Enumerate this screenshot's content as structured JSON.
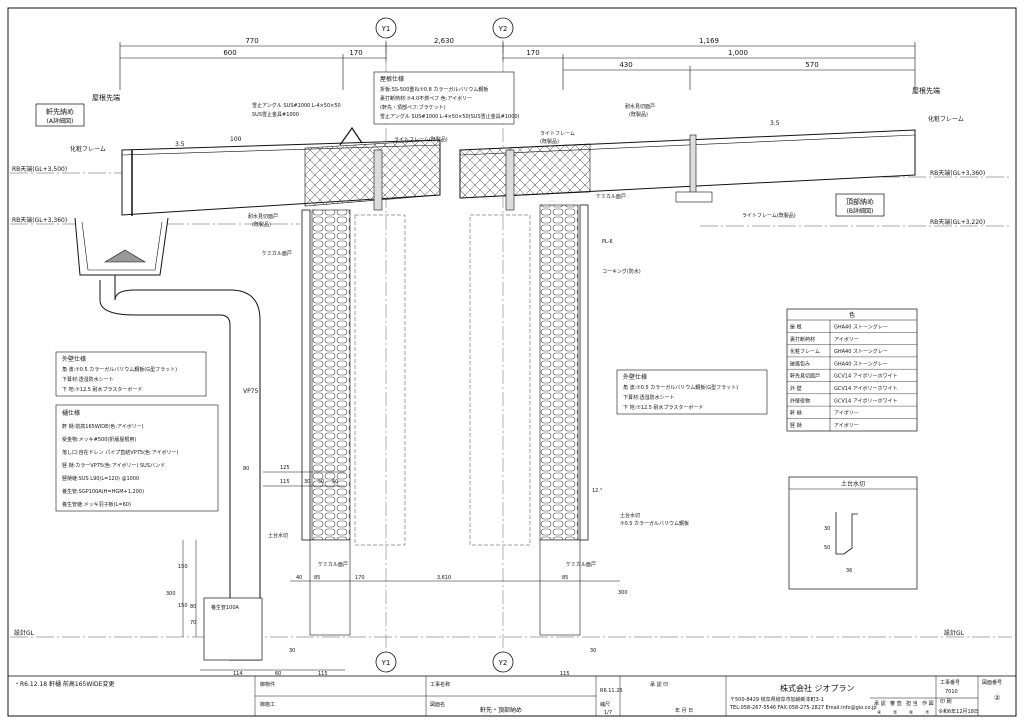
{
  "grid": {
    "y1": "Y1",
    "y2": "Y2"
  },
  "dimensions_top": {
    "total": "2,630",
    "left_outer": "770",
    "left_inner": "600",
    "left_mid": "170",
    "center_left": "170",
    "right_total": "1,169",
    "right_sub": "1,000",
    "right_a": "430",
    "right_b": "570"
  },
  "levels": {
    "eaves_tip_left": "屋根先端",
    "eaves_tip_right": "屋根先端",
    "rb_top_left": "RB天端(GL+3,500)",
    "rb_top_left2": "RB天端(GL+3,360)",
    "rb_top_right": "RB天端(GL+3,360)",
    "rb_top_right2": "RB天端(GL+3,220)",
    "grade_left": "設計GL",
    "grade_right": "設計GL"
  },
  "callouts": {
    "eaves_detail": {
      "title": "軒先納め",
      "sub": "(A詳細図)"
    },
    "top_detail": {
      "title": "頂部納め",
      "sub": "(B詳細図)"
    },
    "decor_frame_l": "化粧フレーム",
    "decor_frame_r": "化粧フレーム",
    "slope_l": "3.5",
    "slope_r": "3.5",
    "light_frame_l": "ライトフレーム(既製品)",
    "light_frame_r": "ライトフレーム(既製品)",
    "light_frame_c": "ライトフレーム",
    "light_frame_c2": "(既製品)",
    "wind_guard_l": "耐水見切面戸",
    "wind_guard_l2": "(既製品)",
    "wind_guard_r": "耐水見切面戸",
    "wind_guard_r2": "(既製品)",
    "screen_l": "ケミカル面戸",
    "screen_r": "ケミカル面戸",
    "plate": "PL-6",
    "caulk": "コーキング(防水)",
    "angle_12": "12.°",
    "base_cut_l": "土台水切",
    "base_cut_r": "土台水切",
    "base_cut_r_spec": "⑦0.5 カラーガルバリウム鋼板",
    "screen_bot_l": "ケミカル面戸",
    "screen_bot_r": "ケミカル面戸",
    "drain_pipe": "VP75",
    "pipe_label": "養生管100A",
    "dim_100": "100"
  },
  "roof_spec": {
    "title": "屋根仕様",
    "lines": [
      "折板:SS-500重ね⑦0.8 カラーガルバリウム鋼板",
      "裏打断熱材:⑦4.0不燃ペフ 色:アイボリー",
      "(軒先・頂部ペフ:ブラケット)",
      "雪止アングル SUS#1000 L-4×50×50(SUS雪止金具#1000)"
    ],
    "snow_angle": "雪止アングル SUS#1000 L-4×50×50",
    "snow_bracket": "SUS雪止金具#1000"
  },
  "wall_spec_left": {
    "title": "外壁仕様",
    "lines": [
      "角 波:⑦0.5 カラーガルバリウム鋼板(G型フラット)",
      "下葺材:透湿防水シート",
      "下 地:⑦12.5 耐水プラスターボード"
    ]
  },
  "gutter_spec": {
    "title": "樋仕様",
    "lines": [
      "軒 樋:前高165WIDE(色:アイボリー)",
      "受金物:メッキ#500(折版屋根用)",
      "落し口:自在ドレン パイプ直結VP75(色:アイボリー)",
      "竪 樋:カラーVP75(色:アイボリー) SUSバンド",
      "竪樋継:SUS L90(L=120) @1000",
      "養生管:SGP100A(H=HGM+1,200)",
      "養生管継:メッキ羽子板(L=60)"
    ]
  },
  "wall_spec_right": {
    "title": "外壁仕様",
    "lines": [
      "角 波:⑦0.5 カラーガルバリウム鋼板(G型フラット)",
      "下葺材:透湿防水シート",
      "下 地:⑦12.5 耐水プラスターボード"
    ]
  },
  "color_table": {
    "header": "色",
    "rows": [
      {
        "item": "屋 根",
        "color": "GHA40 ストーングレー"
      },
      {
        "item": "裏打断熱材",
        "color": "アイボリー"
      },
      {
        "item": "化粧フレーム",
        "color": "GHA40 ストーングレー"
      },
      {
        "item": "破風包み",
        "color": "GHA40 ストーングレー"
      },
      {
        "item": "軒先見切面戸",
        "color": "GCV14 アイボリーホワイト"
      },
      {
        "item": "外 壁",
        "color": "GCV14 アイボリーホワイト"
      },
      {
        "item": "外壁役物",
        "color": "GCV14 アイボリーホワイト"
      },
      {
        "item": "軒 樋",
        "color": "アイボリー"
      },
      {
        "item": "竪 樋",
        "color": "アイボリー"
      }
    ]
  },
  "sill_detail": {
    "title": "土台水切",
    "d1": "30",
    "d2": "50",
    "d3": "36"
  },
  "dims_left": {
    "d125": "125",
    "d115": "115",
    "d30": "30",
    "d50a": "50",
    "d50b": "50",
    "d80": "80",
    "d40": "40",
    "d85": "85",
    "d170": "170",
    "d150": "150",
    "d300": "300",
    "d150b": "150",
    "d70": "70",
    "d80b": "80",
    "d30b": "30",
    "d114": "114",
    "d60": "60",
    "d115b": "115"
  },
  "dims_mid": {
    "span": "3,610",
    "r85": "85",
    "r30": "30",
    "r300": "300",
    "r115": "115"
  },
  "title_block": {
    "revision": "・R6.12.18 軒樋 前高165WIDE変更",
    "project_label": "御物件",
    "project_value": "",
    "contractor_label": "御施工",
    "contractor_value": "",
    "work_name_label": "工事名称",
    "drawing_name_label": "図面名",
    "drawing_name": "軒先・頂部納め",
    "date": "R6.11.26",
    "scale_label": "縮尺",
    "scale": "1/7",
    "approval_label": "承 認 印",
    "ymd": "年 月 日",
    "company": "株式会社 ジオプラン",
    "address": "〒500-8429 岐阜県岐阜市加納新本町3-1",
    "tel": "TEL:058-267-5546 FAX:058-275-2827 Email:info@gio.co.jp",
    "stamp_labels": [
      "承 認",
      "審 査",
      "担 当",
      "作 図"
    ],
    "stamp_marks": [
      "④",
      "⑤",
      "⑥",
      "⑦"
    ],
    "doc_no_label": "工事番号",
    "doc_no": "7010",
    "print_label": "印 刷",
    "print_date": "令和6年12月18日",
    "sheet_no_label": "図面番号",
    "sheet_no": "②"
  }
}
